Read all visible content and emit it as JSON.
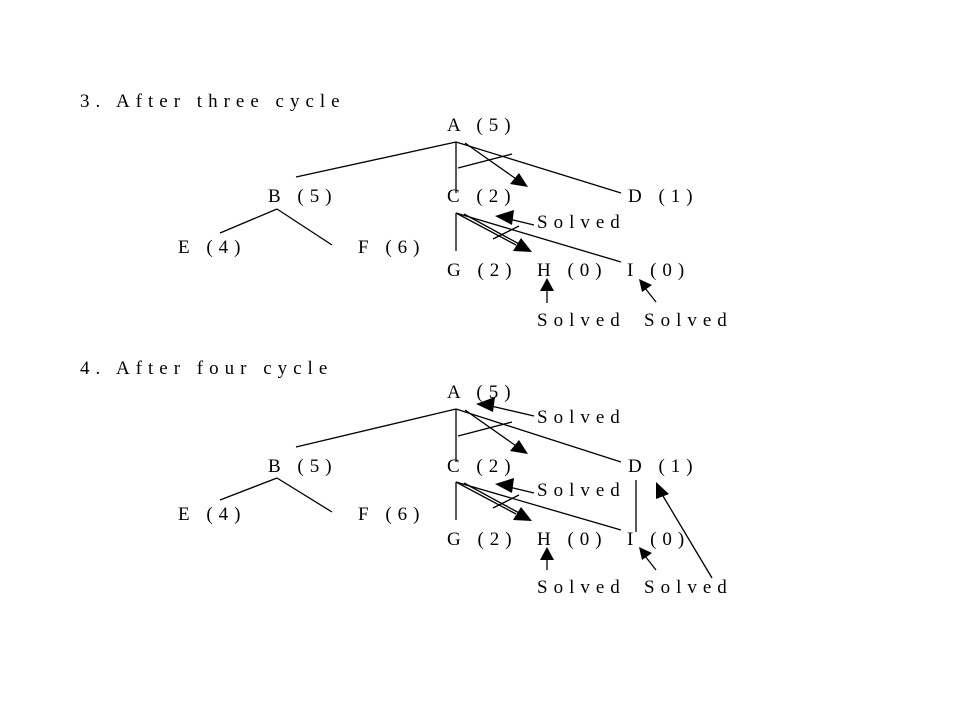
{
  "section3": {
    "heading": "3.   After three cycle",
    "nodes": {
      "A": "A (5)",
      "B": "B (5)",
      "C": "C (2)",
      "D": "D (1)",
      "E": "E (4)",
      "F": "F (6)",
      "G": "G (2)",
      "H": "H (0)",
      "I": "I (0)"
    },
    "labels": {
      "c_solved": "Solved",
      "h_solved": "Solved",
      "i_solved": "Solved"
    }
  },
  "section4": {
    "heading": "4.   After four cycle",
    "nodes": {
      "A": "A (5)",
      "B": "B (5)",
      "C": "C (2)",
      "D": "D (1)",
      "E": "E (4)",
      "F": "F (6)",
      "G": "G (2)",
      "H": "H (0)",
      "I": "I (0)"
    },
    "labels": {
      "a_solved": "Solved",
      "c_solved": "Solved",
      "h_solved": "Solved",
      "i_solved": "Solved"
    }
  }
}
